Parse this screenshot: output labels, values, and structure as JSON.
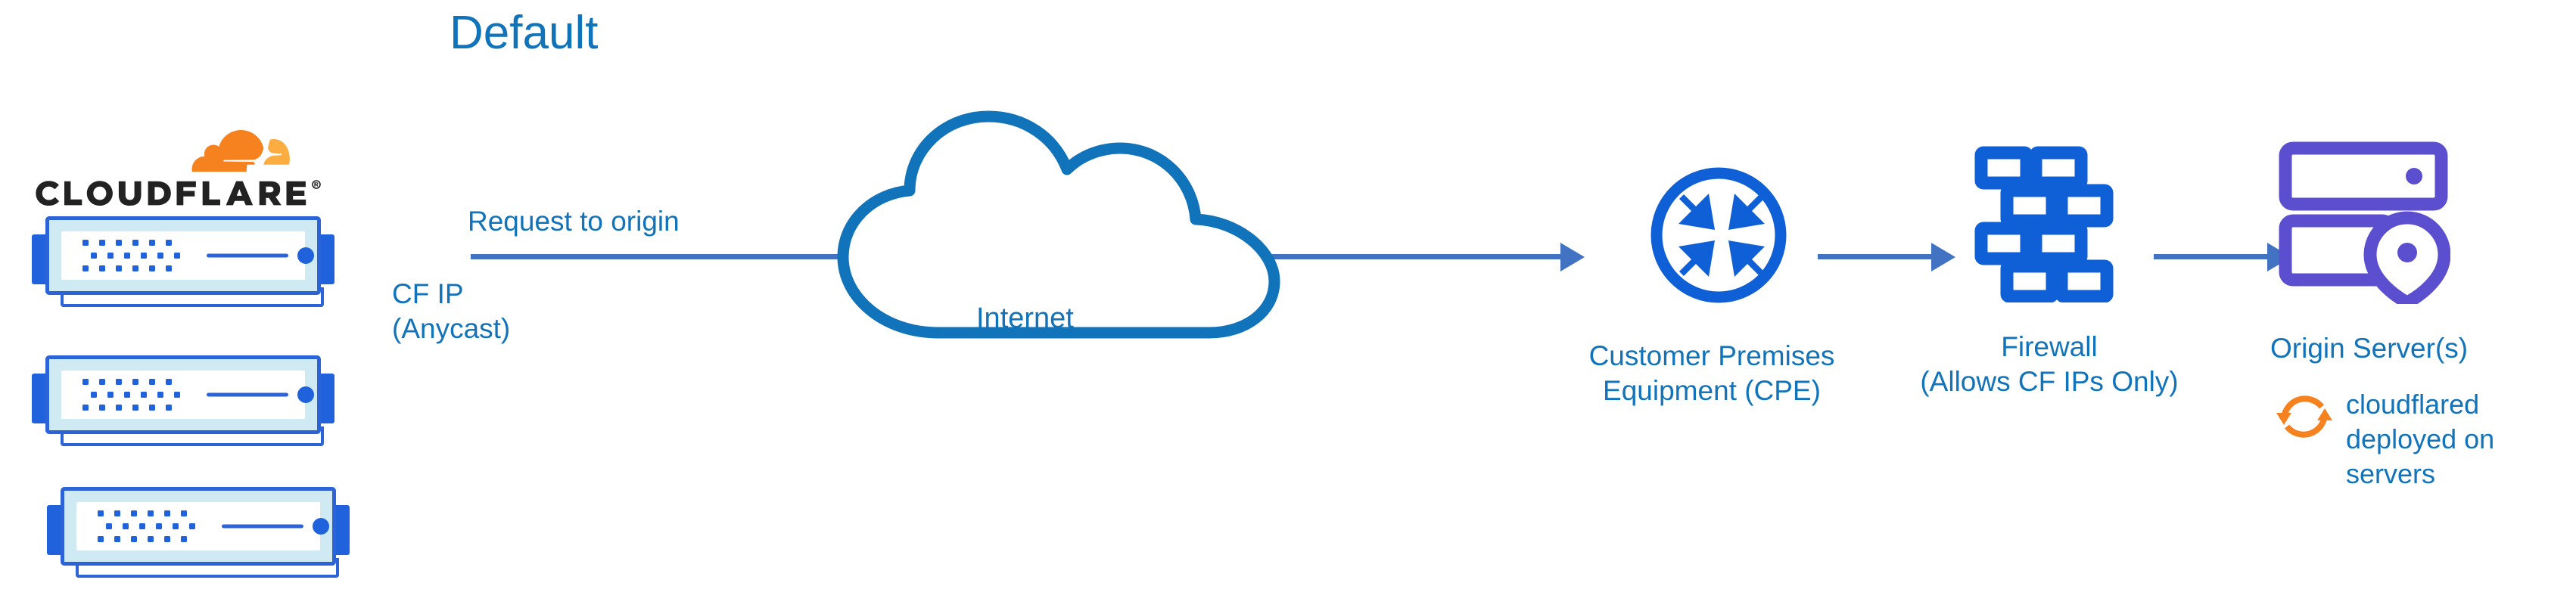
{
  "title": "Default",
  "colors": {
    "title_blue": "#1173B9",
    "label_blue": "#1173B9",
    "arrow_blue": "#4272C2",
    "icon_blue": "#0F5FD6",
    "cloud_blue": "#1173B9",
    "origin_purple": "#5B4FCF",
    "cloudflare_orange": "#F6821F",
    "cloudflare_orange_light": "#FBAD41",
    "server_body": "#CFEAF2",
    "server_border": "#2C63D6"
  },
  "brand": {
    "logo_name": "cloudflare-logo",
    "wordmark": "CLOUDFLARE",
    "registered_mark": "®"
  },
  "labels": {
    "request_to_origin": "Request to origin",
    "cf_ip": "CF IP\n(Anycast)",
    "internet": "Internet",
    "cpe": "Customer Premises\nEquipment (CPE)",
    "firewall": "Firewall\n(Allows CF IPs Only)",
    "origin_server": "Origin Server(s)",
    "cloudflared": "cloudflared deployed on servers"
  },
  "nodes": [
    {
      "id": "cloudflare-edge",
      "icon": "server-rack-icon",
      "label": "CF IP\n(Anycast)"
    },
    {
      "id": "internet",
      "icon": "cloud-icon",
      "label": "Internet"
    },
    {
      "id": "cpe",
      "icon": "router-icon",
      "label": "Customer Premises\nEquipment (CPE)"
    },
    {
      "id": "firewall",
      "icon": "brick-wall-icon",
      "label": "Firewall\n(Allows CF IPs Only)"
    },
    {
      "id": "origin",
      "icon": "origin-server-icon",
      "label": "Origin Server(s)"
    }
  ],
  "connections": [
    {
      "from": "cloudflare-edge",
      "to": "cpe",
      "label": "Request to origin",
      "through": "internet"
    },
    {
      "from": "cpe",
      "to": "firewall",
      "label": ""
    },
    {
      "from": "firewall",
      "to": "origin",
      "label": ""
    }
  ],
  "server_stack": {
    "count": 3,
    "icon": "server-rack-icon"
  }
}
